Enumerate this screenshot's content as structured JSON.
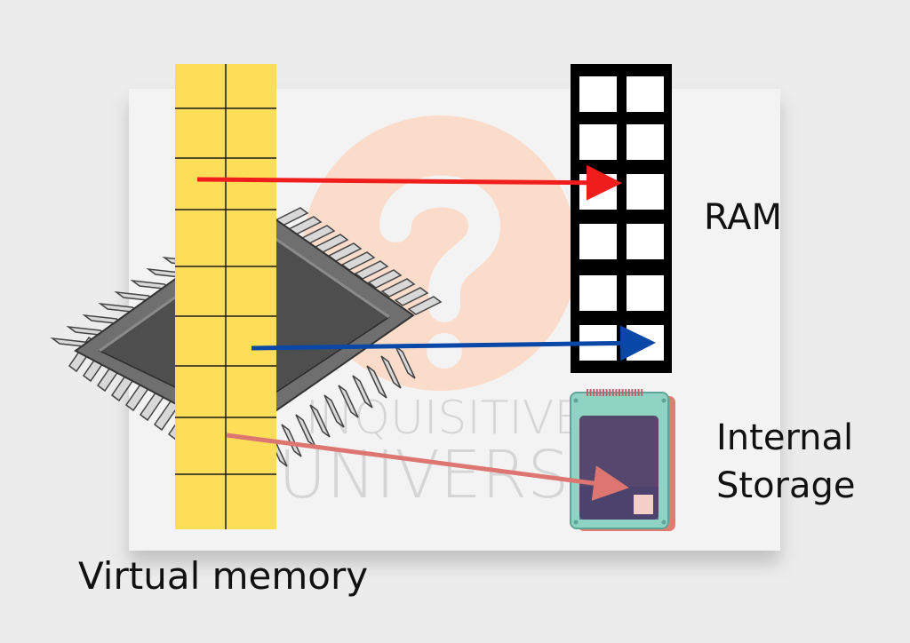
{
  "labels": {
    "ram": "RAM",
    "storage_line1": "Internal",
    "storage_line2": "Storage",
    "virtual_memory": "Virtual memory"
  },
  "watermark": {
    "line1": "INQUISITIVE",
    "line2": "UNIVERSE"
  },
  "colors": {
    "background": "#ececec",
    "card": "#f3f3f3",
    "virtual_memory_strip": "#fedd59",
    "ram_frame": "#000000",
    "ram_cell": "#ffffff",
    "chip_body": "#6f6f6f",
    "chip_top": "#4e4e4e",
    "watermark_circle": "#fcd9c6",
    "arrow_red": "#f01d1d",
    "arrow_blue": "#0a48a8",
    "arrow_salmon": "#dd7670",
    "ssd_shell": "#8fd3c3",
    "ssd_shadow": "#e07b6f",
    "ssd_chip": "#56476e"
  },
  "icons": [
    "microchip-icon",
    "question-mark-icon",
    "ssd-icon"
  ]
}
